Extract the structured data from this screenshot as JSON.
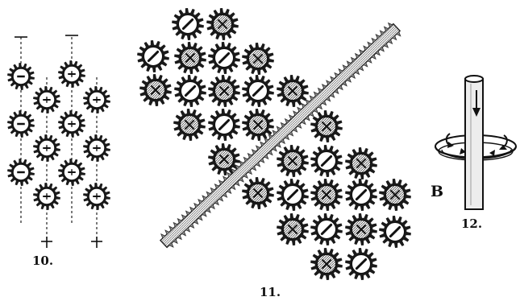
{
  "figures": {
    "fig10": {
      "label": "10."
    },
    "fig11": {
      "label": "11."
    },
    "fig12": {
      "label": "12.",
      "letter": "B"
    }
  },
  "colors": {
    "ink": "#1a1a1a",
    "paper": "#ffffff",
    "hatch": "#8a8a8a"
  },
  "icons": [
    "gear-icon",
    "rack-icon",
    "conductor-rod-icon",
    "flux-ring-icon",
    "arrow-icon",
    "plus-icon"
  ]
}
